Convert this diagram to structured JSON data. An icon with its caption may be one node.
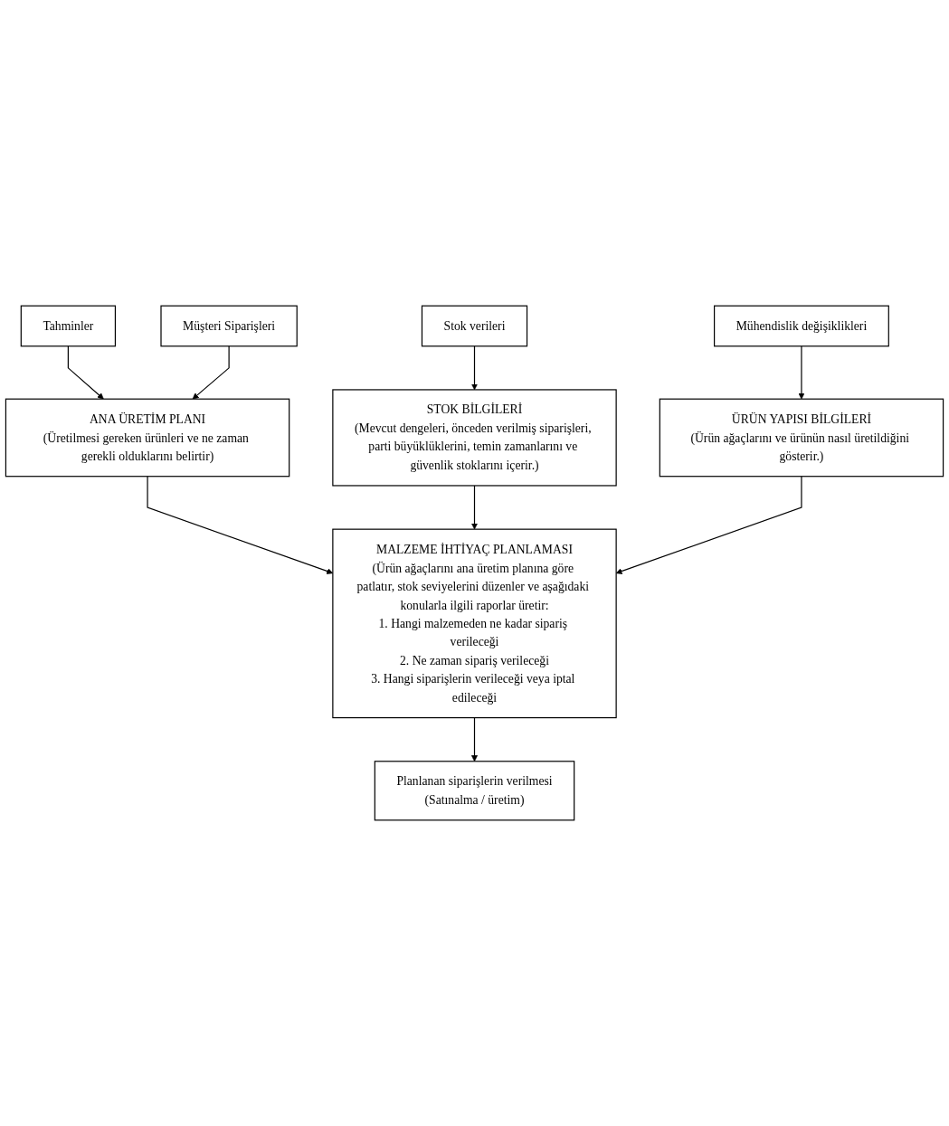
{
  "diagram": {
    "nodes": [
      {
        "text": [
          "Tahminler"
        ]
      },
      {
        "text": [
          "Müşteri Siparişleri"
        ]
      },
      {
        "text": [
          "ANA ÜRETİM PLANI",
          "(Üretilmesi gereken ürünleri ve ne zaman gerekli olduklarını belirtir)"
        ]
      },
      {
        "text": [
          "Stok verileri"
        ]
      },
      {
        "text": [
          "Mühendislik değişiklikleri"
        ]
      },
      {
        "text": [
          "STOK BİLGİLERİ",
          "(Mevcut dengeleri, önceden verilmiş siparişleri, parti büyüklüklerini, temin zamanlarını ve güvenlik stoklarını içerir.)"
        ]
      },
      {
        "text": [
          "ÜRÜN YAPISI BİLGİLERİ",
          "(Ürün ağaçlarını ve ürünün nasıl üretildiğini gösterir.)"
        ]
      },
      {
        "text": [
          "MALZEME İHTİYAÇ PLANLAMASI",
          "(Ürün ağaçlarını ana üretim planına göre patlatır, stok seviyelerini düzenler ve aşağıdaki konularla ilgili raporlar üretir:",
          "1. Hangi malzemeden ne kadar sipariş verileceği",
          "2. Ne zaman sipariş verileceği",
          "3. Hangi siparişlerin verileceği veya iptal edileceği"
        ]
      },
      {
        "text": [
          "Planlanan siparişlerin verilmesi",
          "(Satınalma / üretim)"
        ]
      }
    ],
    "edges": [
      {
        "from": 0,
        "to": 2,
        "arrow": "to"
      },
      {
        "from": 1,
        "to": 2,
        "arrow": "to"
      },
      {
        "from": 3,
        "to": 5,
        "arrow": "to"
      },
      {
        "from": 4,
        "to": 6,
        "arrow": "to"
      },
      {
        "from": 2,
        "to": 7,
        "arrow": "to"
      },
      {
        "from": 5,
        "to": 7,
        "arrow": "to"
      },
      {
        "from": 6,
        "to": 7,
        "arrow": "to"
      },
      {
        "from": 7,
        "to": 8,
        "arrow": "to"
      }
    ]
  }
}
